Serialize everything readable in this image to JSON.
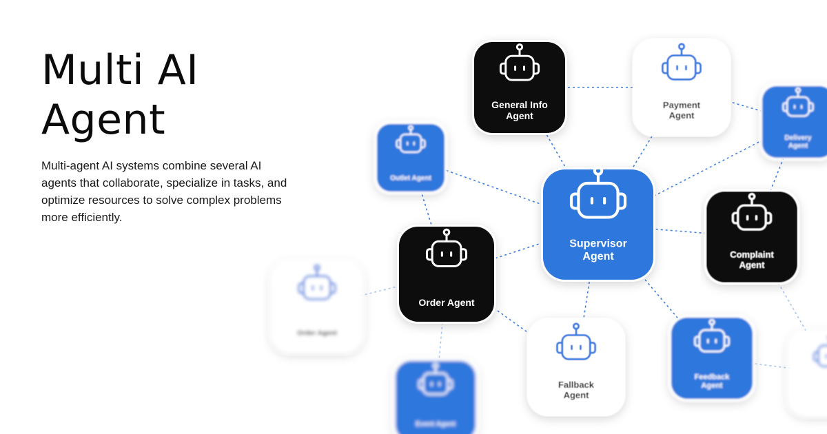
{
  "hero": {
    "title_line1": "Multi AI",
    "title_line2": "Agent",
    "description": "Multi-agent AI systems combine several AI agents that collaborate, specialize in tasks, and optimize resources to solve complex problems more efficiently."
  },
  "colors": {
    "blue": "#2d77dd",
    "dark": "#0d0d0d",
    "light": "#ffffff",
    "link": "#3f7fe0",
    "icon_blue": "#3a7de0"
  },
  "agents": [
    {
      "id": "supervisor",
      "lines": [
        "Supervisor",
        "Agent"
      ],
      "theme": "blue",
      "icon": "robot-icon"
    },
    {
      "id": "general-info",
      "lines": [
        "General Info",
        "Agent"
      ],
      "theme": "dark",
      "icon": "robot-icon"
    },
    {
      "id": "payment",
      "lines": [
        "Payment",
        "Agent"
      ],
      "theme": "light",
      "icon": "robot-icon"
    },
    {
      "id": "delivery",
      "lines": [
        "Delivery",
        "Agent"
      ],
      "theme": "blue",
      "icon": "robot-icon"
    },
    {
      "id": "outlet",
      "lines": [
        "Outlet Agent"
      ],
      "theme": "blue",
      "icon": "robot-icon"
    },
    {
      "id": "complaint",
      "lines": [
        "Complaint",
        "Agent"
      ],
      "theme": "dark",
      "icon": "robot-icon"
    },
    {
      "id": "order",
      "lines": [
        "Order Agent"
      ],
      "theme": "dark",
      "icon": "robot-icon"
    },
    {
      "id": "order-far",
      "lines": [
        "Order Agent"
      ],
      "theme": "light",
      "icon": "robot-icon"
    },
    {
      "id": "fallback",
      "lines": [
        "Fallback",
        "Agent"
      ],
      "theme": "light",
      "icon": "robot-icon"
    },
    {
      "id": "feedback",
      "lines": [
        "Feedback",
        "Agent"
      ],
      "theme": "blue",
      "icon": "robot-icon"
    },
    {
      "id": "event",
      "lines": [
        "Event Agent"
      ],
      "theme": "blue",
      "icon": "robot-icon"
    },
    {
      "id": "partial-right",
      "lines": [
        "",
        ""
      ],
      "theme": "light",
      "icon": "robot-icon"
    }
  ],
  "connections": [
    [
      "supervisor",
      "general-info"
    ],
    [
      "supervisor",
      "payment"
    ],
    [
      "supervisor",
      "delivery"
    ],
    [
      "supervisor",
      "outlet"
    ],
    [
      "supervisor",
      "complaint"
    ],
    [
      "supervisor",
      "order"
    ],
    [
      "supervisor",
      "fallback"
    ],
    [
      "supervisor",
      "feedback"
    ],
    [
      "general-info",
      "payment"
    ],
    [
      "payment",
      "delivery"
    ],
    [
      "delivery",
      "complaint"
    ],
    [
      "outlet",
      "order"
    ],
    [
      "order",
      "order-far"
    ],
    [
      "order",
      "event"
    ],
    [
      "order",
      "fallback"
    ],
    [
      "complaint",
      "partial-right"
    ],
    [
      "feedback",
      "partial-right"
    ]
  ]
}
